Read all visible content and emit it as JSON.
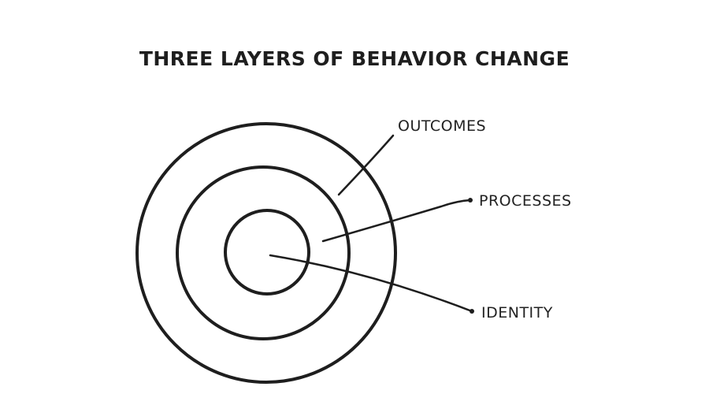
{
  "title": "THREE LAYERS OF BEHAVIOR CHANGE",
  "layers": [
    {
      "label": "OUTCOMES",
      "ring": "outer"
    },
    {
      "label": "PROCESSES",
      "ring": "middle"
    },
    {
      "label": "IDENTITY",
      "ring": "inner"
    }
  ],
  "colors": {
    "ink": "#1e1e1e",
    "background": "#ffffff"
  }
}
